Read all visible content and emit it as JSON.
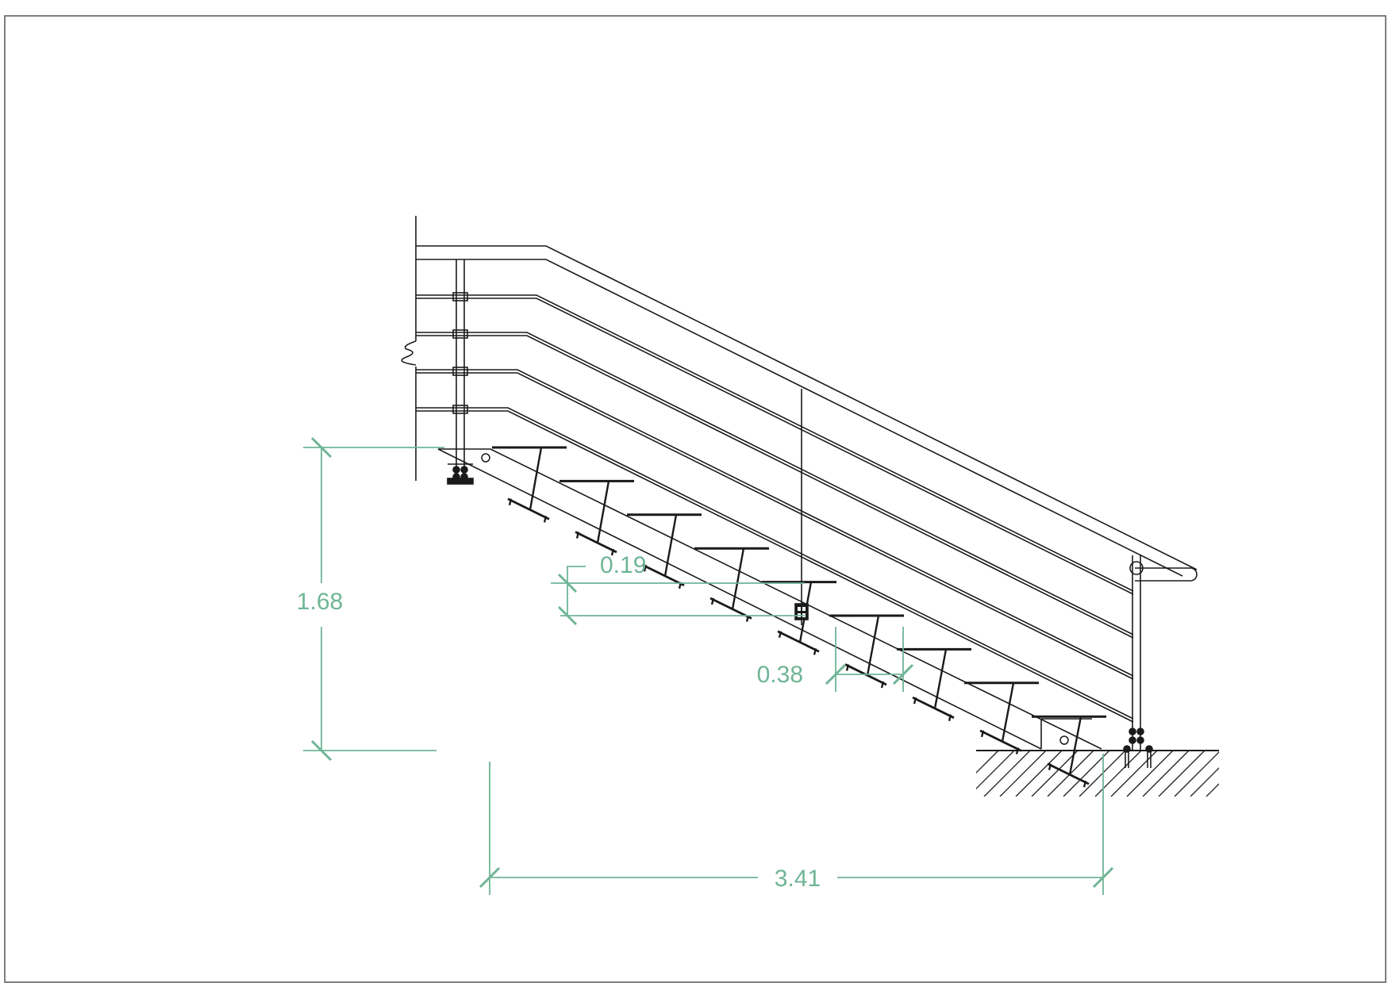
{
  "colors": {
    "ink": "#1a1a1a",
    "dimension": "#6fb596",
    "frame": "#555555",
    "background": "#ffffff"
  },
  "dimensions": {
    "total_height": "1.68",
    "riser_height": "0.19",
    "tread_depth": "0.38",
    "total_run": "3.41"
  }
}
